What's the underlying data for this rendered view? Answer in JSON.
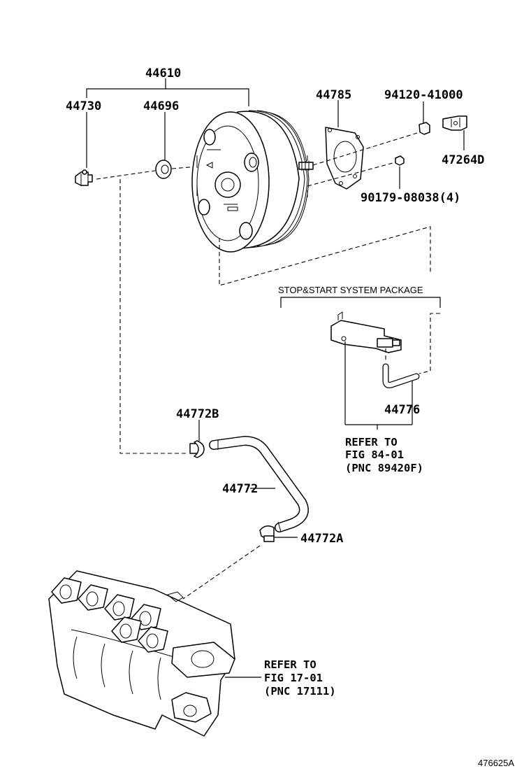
{
  "labels": {
    "assembly": "44610",
    "check_valve": "44730",
    "grommet": "44696",
    "gasket": "44785",
    "nut_spec": "94120-41000",
    "clip": "47264D",
    "nut_qty": "90179-08038(4)",
    "hose_clip_b": "44772B",
    "hose": "44772",
    "hose_clip_a": "44772A",
    "hose_sub": "44776"
  },
  "package_title": "STOP&START SYSTEM PACKAGE",
  "ref_upper": [
    "REFER TO",
    "FIG 84-01",
    "(PNC 89420F)"
  ],
  "ref_lower": [
    "REFER TO",
    "FIG 17-01",
    "(PNC 17111)"
  ],
  "figure_id": "476625A"
}
